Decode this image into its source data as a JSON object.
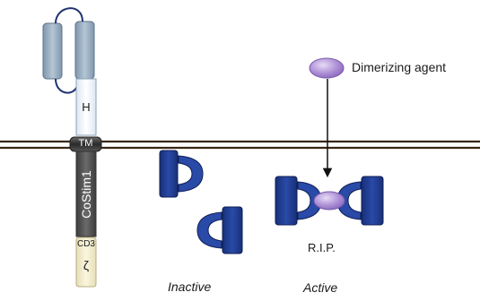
{
  "diagram": {
    "receptor": {
      "hinge_label": "H",
      "transmembrane_label": "TM",
      "costim_label": "CoStim1",
      "cd3_label": "CD3",
      "zeta_label": "ζ"
    },
    "dimerizing_agent_label": "Dimerizing agent",
    "rip_label": "R.I.P.",
    "inactive_label": "Inactive",
    "active_label": "Active",
    "colors": {
      "domain_blue": "#1f3b8f",
      "scfv_gray": "#8fa6bd",
      "agent_purple": "#a98ad2",
      "costim_dark": "#555555",
      "cd3_beige": "#f2eccb",
      "membrane": "#6b4a2a"
    }
  }
}
